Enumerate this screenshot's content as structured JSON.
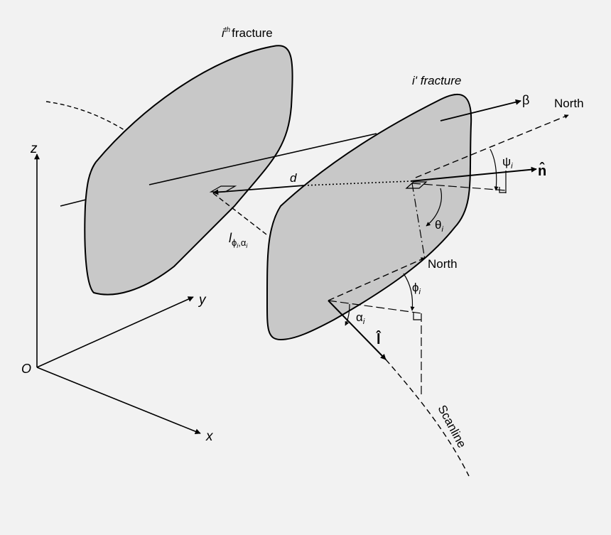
{
  "labels": {
    "ith_fracture_i": "i",
    "ith_fracture_sup": "th",
    "ith_fracture_word": "fracture",
    "iprime_fracture": "i' fracture",
    "beta": "β",
    "north_upper": "North",
    "north_lower": "North",
    "psi": "ψ",
    "psi_sub": "i",
    "n_hat": "n̂",
    "d": "d",
    "theta": "θ",
    "theta_sub": "i",
    "l_main": "l",
    "l_sub": "ϕ",
    "l_sub_i": "i",
    "l_sep": ",α",
    "l_sep_i": "i",
    "phi": "ϕ",
    "phi_sub": "i",
    "alpha": "α",
    "alpha_sub": "i",
    "l_hat": "l̂",
    "scanline": "Scanline",
    "axis_z": "z",
    "axis_y": "y",
    "axis_x": "x",
    "origin": "O"
  },
  "colors": {
    "background": "#f2f2f2",
    "fracture_fill": "#c8c8c8",
    "stroke": "#000000"
  }
}
